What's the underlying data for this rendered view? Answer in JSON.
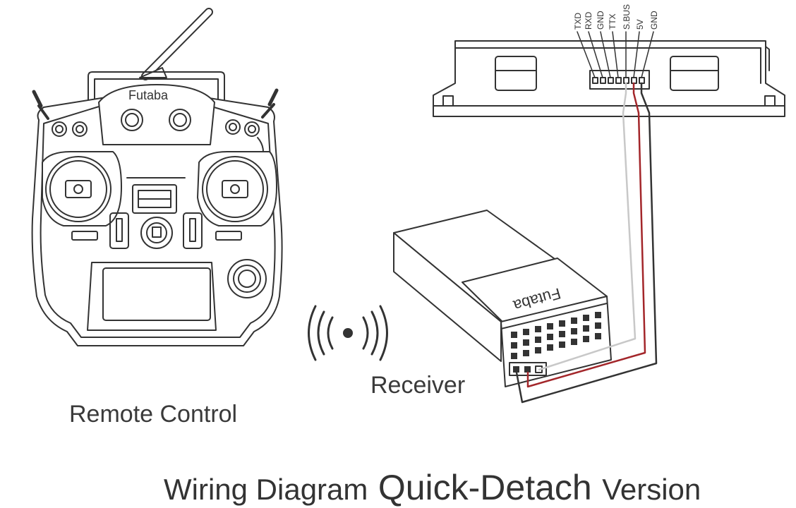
{
  "remote": {
    "brand": "Futaba",
    "label": "Remote Control"
  },
  "receiver": {
    "brand": "Futaba",
    "label": "Receiver"
  },
  "controller": {
    "pins": [
      "TXD",
      "RXD",
      "GND",
      "TTX",
      "S.BUS",
      "5V",
      "GND"
    ]
  },
  "caption": {
    "part1": "Wiring Diagram",
    "part2": "Quick-Detach",
    "part3": "Version"
  },
  "wire_colors": {
    "signal": "#c8c8c8",
    "power": "#a3262a",
    "ground": "#333333"
  }
}
